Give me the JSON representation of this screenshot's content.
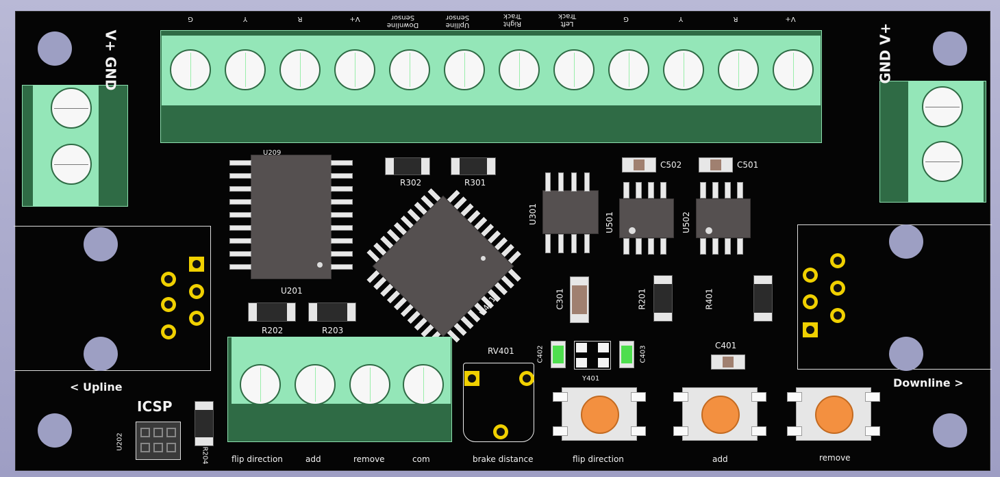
{
  "top_connector": {
    "labels": [
      "G",
      "Y",
      "R",
      "V+",
      "Downline Sensor",
      "Uplline Sensor",
      "Right Track",
      "Left Track",
      "G",
      "Y",
      "R",
      "V+"
    ]
  },
  "left_power": {
    "label": "V+ GND"
  },
  "right_power": {
    "label": "GND V+"
  },
  "upline_label": "< Upline",
  "downline_label": "Downline >",
  "icsp_label": "ICSP",
  "bottom_connector": {
    "labels": [
      "flip direction",
      "add",
      "remove",
      "com"
    ]
  },
  "pot_label": "brake distance",
  "buttons": [
    "flip direction",
    "add",
    "remove"
  ],
  "refs": {
    "u209": "U209",
    "u201": "U201",
    "u202": "U202",
    "u301": "U301",
    "u401": "U401",
    "u501": "U501",
    "u502": "U502",
    "r202": "R202",
    "r203": "R203",
    "r204": "R204",
    "r301": "R301",
    "r302": "R302",
    "r201": "R201",
    "r401": "R401",
    "c301": "C301",
    "c401": "C401",
    "c402": "C402",
    "c403": "C403",
    "c501": "C501",
    "c502": "C502",
    "rv401": "RV401",
    "y401": "Y401"
  },
  "colors": {
    "board": "#050505",
    "terminal": "#94e6b8",
    "terminal_dark": "#2f6b45",
    "pad": "#f0d000",
    "button_cap": "#f39040"
  }
}
